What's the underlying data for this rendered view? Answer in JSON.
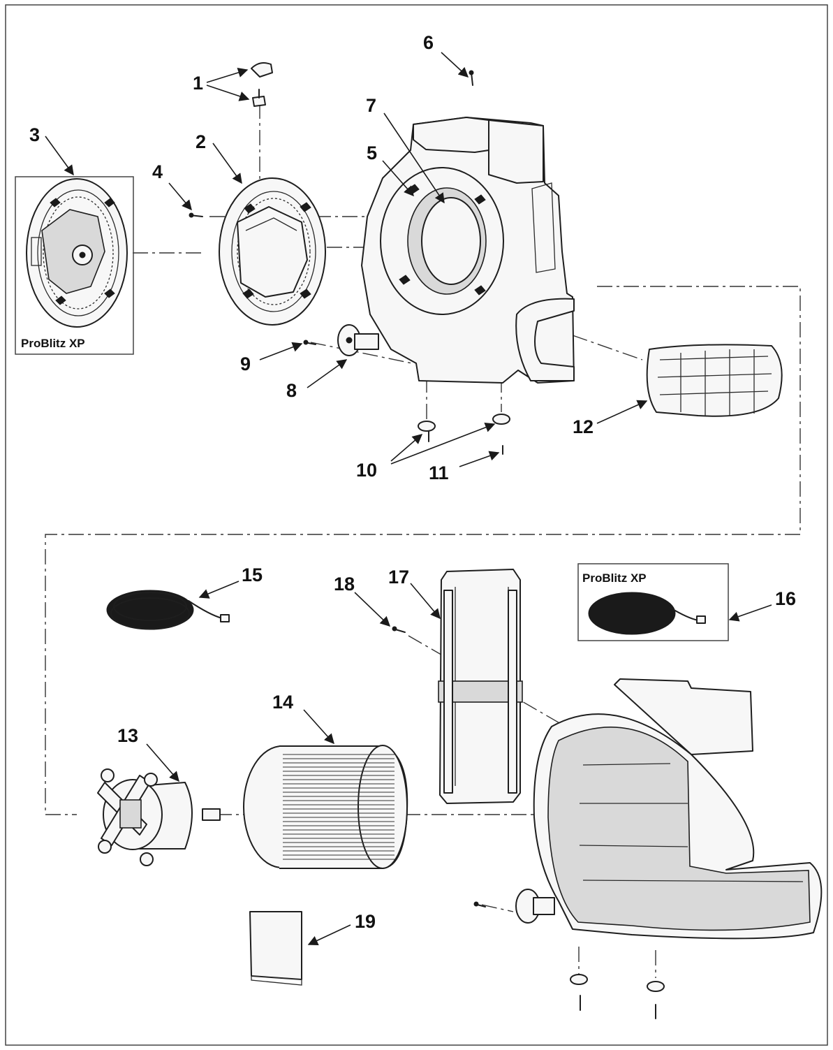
{
  "diagram": {
    "variant_label_cover": "ProBlitz XP",
    "variant_label_cord": "ProBlitz XP",
    "callouts": {
      "c1": "1",
      "c2": "2",
      "c3": "3",
      "c4": "4",
      "c5": "5",
      "c6": "6",
      "c7": "7",
      "c8": "8",
      "c9": "9",
      "c10": "10",
      "c11": "11",
      "c12": "12",
      "c13": "13",
      "c14": "14",
      "c15": "15",
      "c16": "16",
      "c17": "17",
      "c18": "18",
      "c19": "19"
    }
  }
}
